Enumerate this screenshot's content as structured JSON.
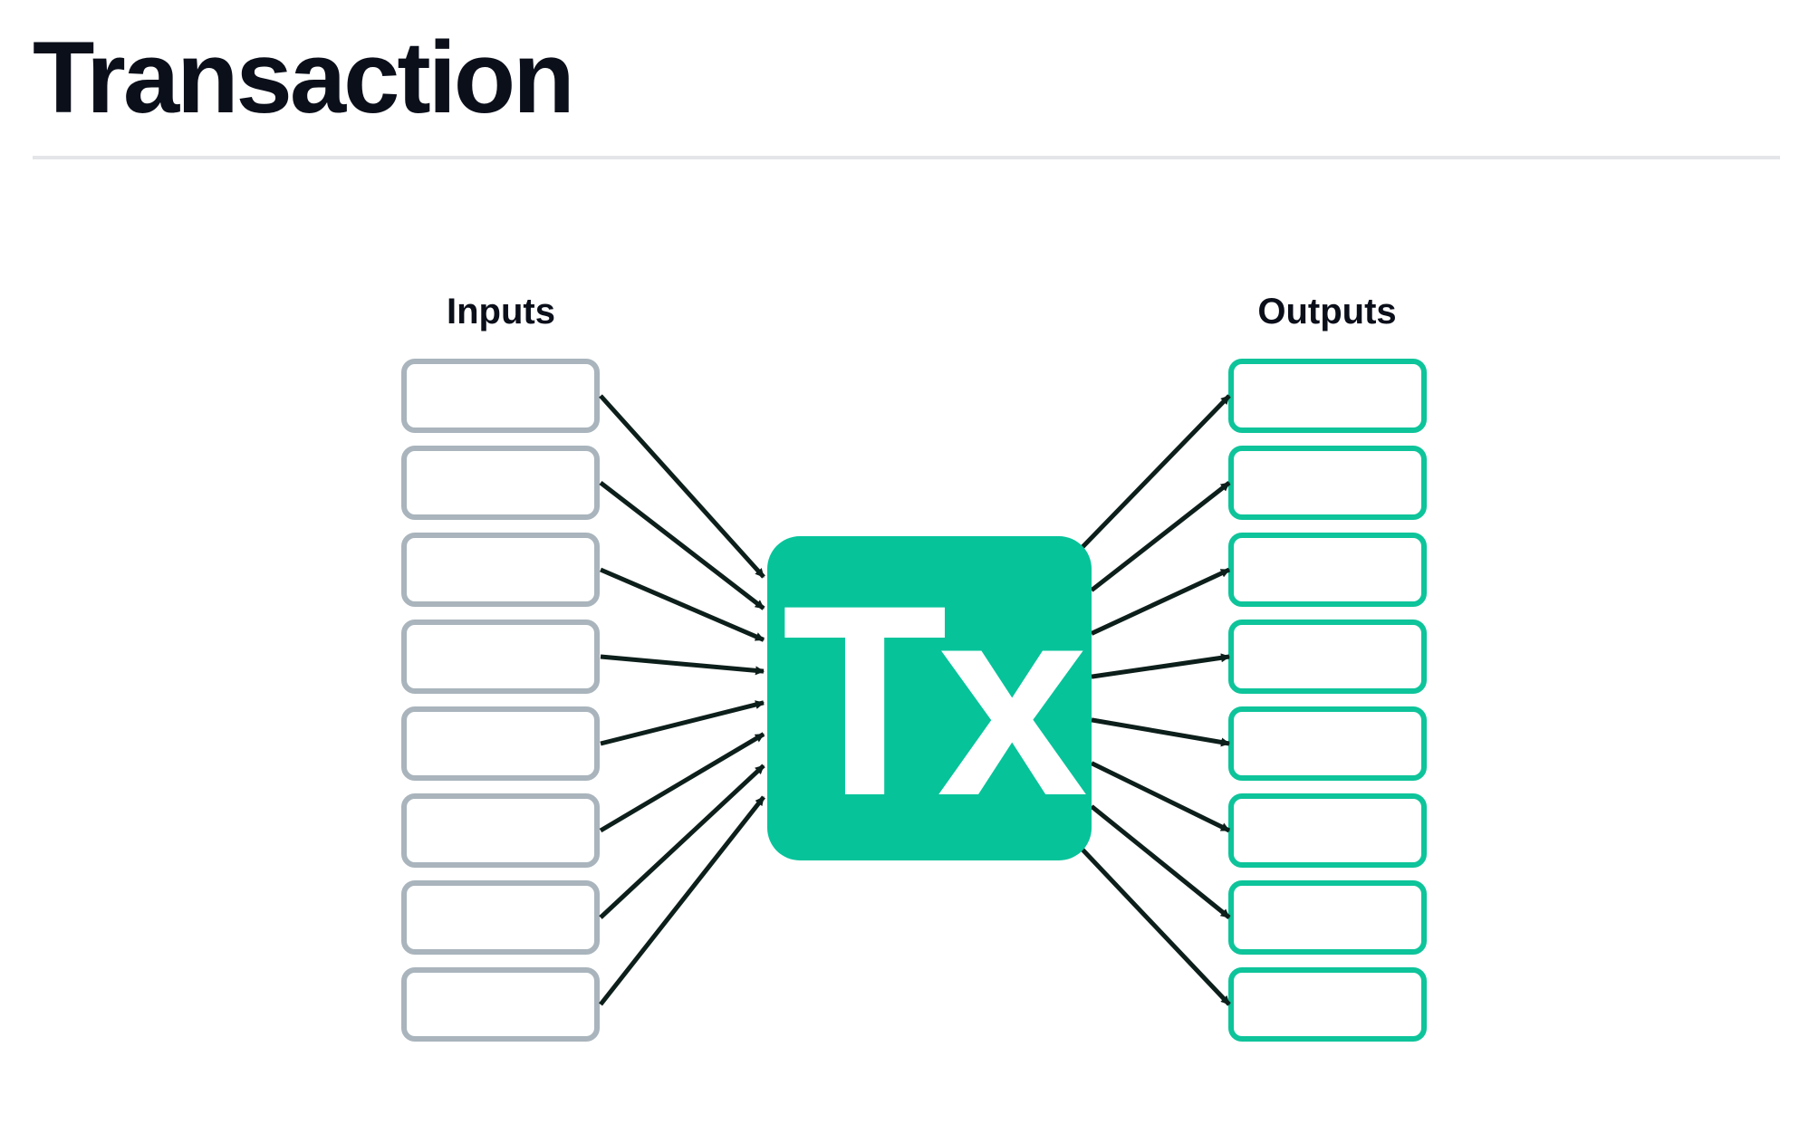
{
  "title": "Transaction",
  "diagram": {
    "inputs_label": "Inputs",
    "outputs_label": "Outputs",
    "center_label": "Tx",
    "input_count": 8,
    "output_count": 8,
    "colors": {
      "input_box_stroke": "#a9b4bc",
      "output_box_stroke": "#0ec49a",
      "center_fill": "#06c39a",
      "center_text": "#ffffff",
      "arrow": "#0d1f1b",
      "title": "#0b0f1a",
      "divider": "#e3e5e8"
    }
  }
}
